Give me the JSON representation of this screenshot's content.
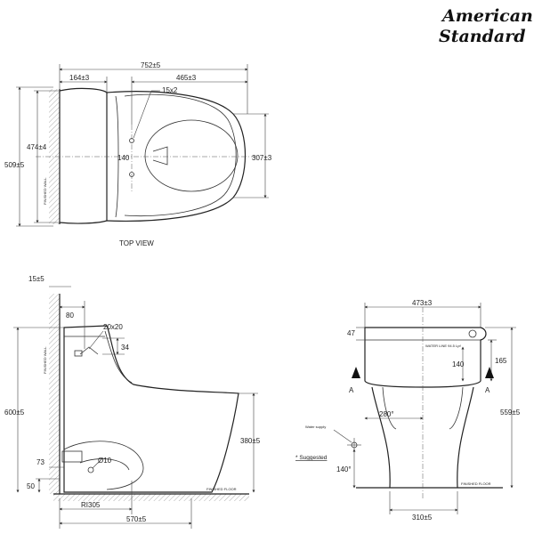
{
  "brand": {
    "line1": "American",
    "line2": "Standard"
  },
  "top_view": {
    "caption": "TOP VIEW",
    "wall_label": "FINISHED WALL",
    "dims": {
      "overall_length": "752±5",
      "back_offset": "164±3",
      "front_length": "465±3",
      "hole": "15x2",
      "tank_depth": "474±4",
      "total_depth": "509±5",
      "center": "140",
      "bowl_width": "307±3"
    }
  },
  "side_view": {
    "wall_label": "FINISHED WALL",
    "floor_label": "FINISHED FLOOR",
    "dims": {
      "wall_gap": "15±5",
      "valve_offset": "80",
      "valve_size": "20x20",
      "valve_height": "34",
      "total_height": "600±5",
      "rim_height": "380±5",
      "supply_offset": "73",
      "supply_dia": "Ø10",
      "supply_height": "50",
      "rough_in": "RI305",
      "base_length": "570±5"
    }
  },
  "front_view": {
    "water_line": "WATER LINE 94.5 Lpf",
    "floor_label": "FINISHED FLOOR",
    "water_supply": "Water supply",
    "suggested": "* Suggested",
    "section_left": "A",
    "section_right": "A",
    "dims": {
      "tank_width": "473±3",
      "lid_height": "47",
      "inner_height": "140",
      "tank_height": "165",
      "seat_height": "559±5",
      "angle": "280°",
      "supply_height": "140°",
      "base_width": "310±5"
    }
  }
}
